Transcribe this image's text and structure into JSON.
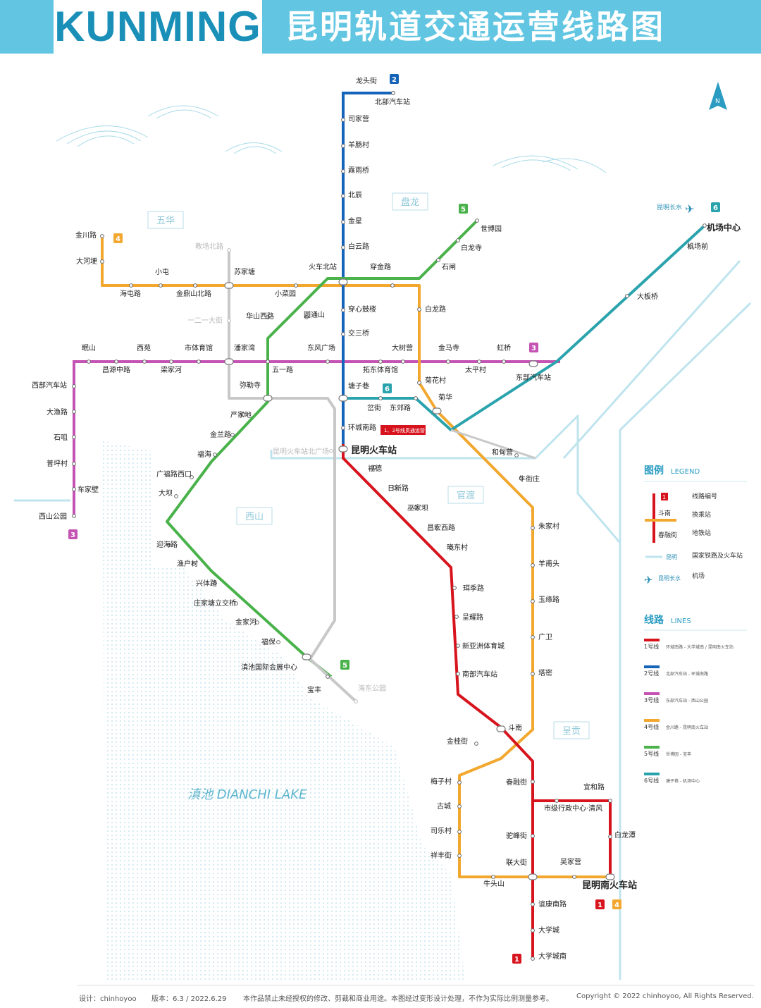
{
  "header": {
    "title_en": "KUNMING",
    "title_cn": "昆明轨道交通运营线路图"
  },
  "colors": {
    "line1": "#d7141d",
    "line2": "#1564b9",
    "line3": "#c553b3",
    "line4": "#f2a72f",
    "line5": "#49b24a",
    "line6": "#2aa3ad",
    "rail": "#9fd6e6",
    "header": "#62c6e2",
    "lake": "#cfe8f1"
  },
  "lake_label": "滇池 DIANCHI LAKE",
  "districts": [
    "五华",
    "盘龙",
    "西山",
    "官渡",
    "呈贡"
  ],
  "airport_name": "昆明长水",
  "stations": {
    "s01": "龙头街",
    "s02": "北部汽车站",
    "s03": "司家营",
    "s04": "羊肠村",
    "s05": "霖雨桥",
    "s06": "北辰",
    "s07": "金星",
    "s08": "白云路",
    "s09": "火车北站",
    "s10": "小菜园",
    "s11": "穿心鼓楼",
    "s12": "交三桥",
    "s13": "东风广场",
    "s14": "五一路",
    "s15": "塘子巷",
    "s16": "环城南路",
    "s17": "昆明火车站",
    "s18": "福德",
    "s19": "日新路",
    "s20": "巫家坝",
    "s21": "昌宏西路",
    "s22": "晓东村",
    "s23": "珥季路",
    "s24": "呈耀路",
    "s25": "新亚洲体育城",
    "s26": "南部汽车站",
    "s27": "斗南",
    "s28": "春融街",
    "s29": "市级行政中心·清风",
    "s30": "驼峰街",
    "s31": "联大街",
    "s32": "昆明南火车站",
    "s33": "谊康南路",
    "s34": "大学城",
    "s35": "大学城南",
    "s36": "眠山",
    "s37": "西苑",
    "s38": "市体育馆",
    "s39": "潘家湾",
    "s40": "大树营",
    "s41": "金马寺",
    "s42": "虹桥",
    "s43": "东部汽车站",
    "s44": "拓东体育馆",
    "s45": "昌源中路",
    "s46": "梁家河",
    "s47": "西部汽车站",
    "s48": "大渔路",
    "s49": "石咀",
    "s50": "普坪村",
    "s51": "车家壁",
    "s52": "西山公园",
    "s53": "金川路",
    "s54": "大河埂",
    "s55": "小屯",
    "s56": "海屯路",
    "s57": "金鼎山北路",
    "s58": "苏家塘",
    "s59": "穿金路",
    "s60": "白龙路",
    "s61": "菊花村",
    "s62": "菊华",
    "s63": "和甸营",
    "s64": "牛街庄",
    "s65": "朱家村",
    "s66": "羊甫头",
    "s67": "玉缘路",
    "s68": "广卫",
    "s69": "塔密",
    "s70": "金桂街",
    "s71": "梅子村",
    "s72": "古城",
    "s73": "司乐村",
    "s74": "祥丰街",
    "s75": "牛头山",
    "s76": "吴家营",
    "s77": "宜和路",
    "s78": "白龙潭",
    "s79": "世博园",
    "s80": "白龙寺",
    "s81": "石闸",
    "s82": "华山西路",
    "s83": "圆通山",
    "s84": "弥勒寺",
    "s85": "严家地",
    "s86": "金兰路",
    "s87": "福海",
    "s88": "广福路西口",
    "s89": "大坝",
    "s90": "迎海路",
    "s91": "渔户村",
    "s92": "兴体路",
    "s93": "庄家塘立交桥",
    "s94": "金家河",
    "s95": "福保",
    "s96": "滇池国际会展中心",
    "s97": "宝丰",
    "s98": "机场中心",
    "s99": "机场前",
    "s100": "大板桥",
    "s101": "太平村",
    "s102": "岔街",
    "s103": "东郊路",
    "s104": "教场北路",
    "s105": "一二一大街",
    "s106": "昆明火车站北广场",
    "s107": "海东公园"
  },
  "line_badges": [
    "1",
    "2",
    "3",
    "4",
    "5",
    "6"
  ],
  "notice": "1、2号线贯通运营",
  "legend": {
    "title": "图例",
    "title_en": "LEGEND",
    "items": [
      "线路编号",
      "换乘站",
      "地铁站",
      "国家铁路及火车站",
      "机场"
    ],
    "sample_stations": [
      "斗南",
      "春融街"
    ],
    "sample_rail": "昆明",
    "sample_airport": "昆明长水"
  },
  "lines_panel": {
    "title": "线路",
    "title_en": "LINES",
    "items": [
      {
        "name": "1号线",
        "desc": "环城南路 - 大学城南 / 昆明南火车站"
      },
      {
        "name": "2号线",
        "desc": "北部汽车站 - 环城南路"
      },
      {
        "name": "3号线",
        "desc": "东部汽车站 - 西山公园"
      },
      {
        "name": "4号线",
        "desc": "金川路 - 昆明南火车站"
      },
      {
        "name": "5号线",
        "desc": "世博园 - 宝丰"
      },
      {
        "name": "6号线",
        "desc": "塘子巷 - 机场中心"
      }
    ]
  },
  "footer": {
    "designer": "设计：chinhoyoo",
    "version": "版本：6.3 / 2022.6.29",
    "disclaimer": "本作品禁止未经授权的修改、剪裁和商业用途。本图经过变形设计处理，不作为实际比例测量参考。",
    "copyright": "Copyright © 2022 chinhoyoo, All Rights Reserved."
  }
}
